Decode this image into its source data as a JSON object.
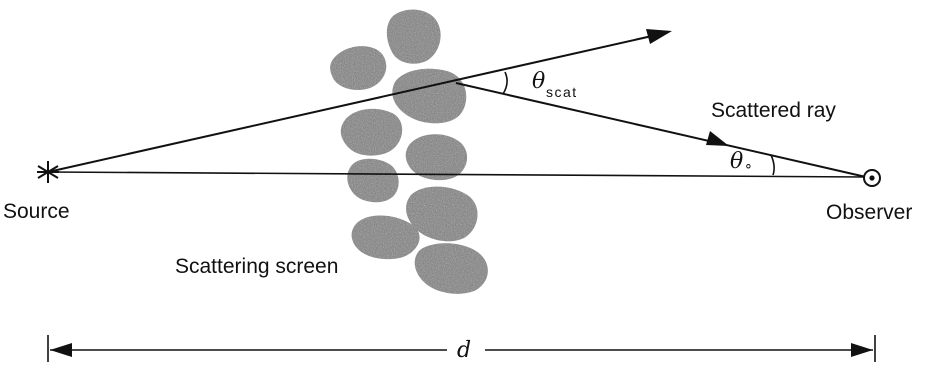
{
  "labels": {
    "source": "Source",
    "observer": "Observer",
    "scattering_screen": "Scattering screen",
    "scattered_ray": "Scattered ray",
    "theta_scat_symbol": "θ",
    "theta_scat_subscript": "scat",
    "theta_o_symbol": "θ",
    "theta_o_subscript": "∘",
    "distance": "d"
  },
  "icons": {
    "source": "asterisk-star-icon",
    "observer": "circled-dot-icon"
  },
  "colors": {
    "ink": "#111111",
    "blob_fill": "#7d7d7d",
    "background": "#ffffff"
  }
}
